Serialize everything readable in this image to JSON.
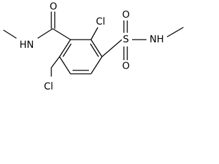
{
  "molecule": {
    "atom_labels": {
      "amide_oxygen": "O",
      "amide_nitrogen": "HN",
      "chlorine_top": "Cl",
      "chlorine_bottom": "Cl",
      "sulfur": "S",
      "sulfonyl_oxygen_top": "O",
      "sulfonyl_oxygen_bottom": "O",
      "sulfonamide_nitrogen": "NH"
    },
    "colors": {
      "bond": "#000000",
      "label": "#000000",
      "background": "#ffffff"
    }
  }
}
